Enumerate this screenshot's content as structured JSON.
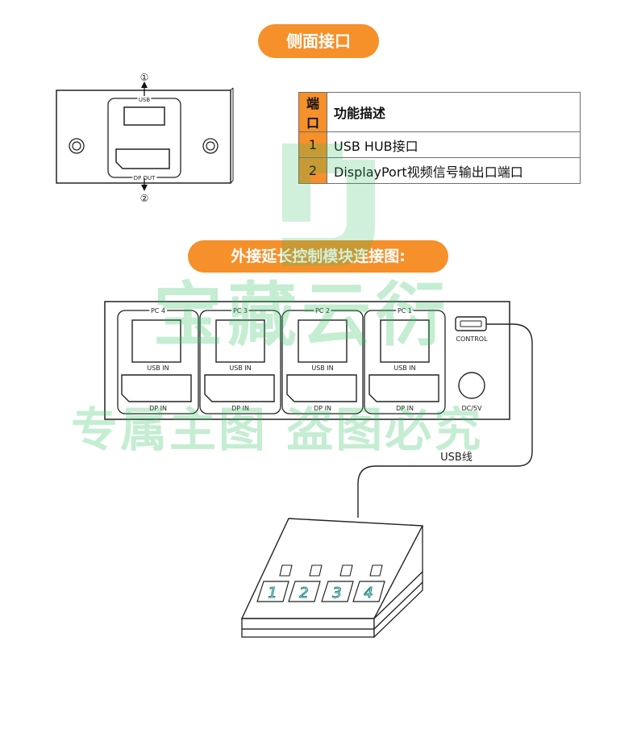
{
  "section1": {
    "title": "侧面接口"
  },
  "side_panel": {
    "usb_label": "USB",
    "dp_label": "DP OUT",
    "marker_top": "①",
    "marker_bottom": "②"
  },
  "table": {
    "headers": [
      "端口",
      "功能描述"
    ],
    "rows": [
      {
        "port": "1",
        "desc": "USB HUB接口"
      },
      {
        "port": "2",
        "desc": "DisplayPort视频信号输出口端口"
      }
    ]
  },
  "section2": {
    "title": "外接延长控制模块连接图:"
  },
  "module": {
    "ports": [
      {
        "name": "PC 4",
        "usb": "USB IN",
        "dp": "DP IN"
      },
      {
        "name": "PC 3",
        "usb": "USB IN",
        "dp": "DP IN"
      },
      {
        "name": "PC 2",
        "usb": "USB IN",
        "dp": "DP IN"
      },
      {
        "name": "PC 1",
        "usb": "USB IN",
        "dp": "DP IN"
      }
    ],
    "control_label": "CONTROL",
    "power_label": "DC/5V"
  },
  "cable_label": "USB线",
  "keypad": {
    "keys": [
      "1",
      "2",
      "3",
      "4"
    ]
  },
  "watermark": {
    "line1": "宝藏云衍",
    "line2": "专属主图   盗图必究"
  },
  "colors": {
    "accent": "#f5902a",
    "watermark": "#2fbf5f",
    "key_text": "#2a8a86"
  }
}
